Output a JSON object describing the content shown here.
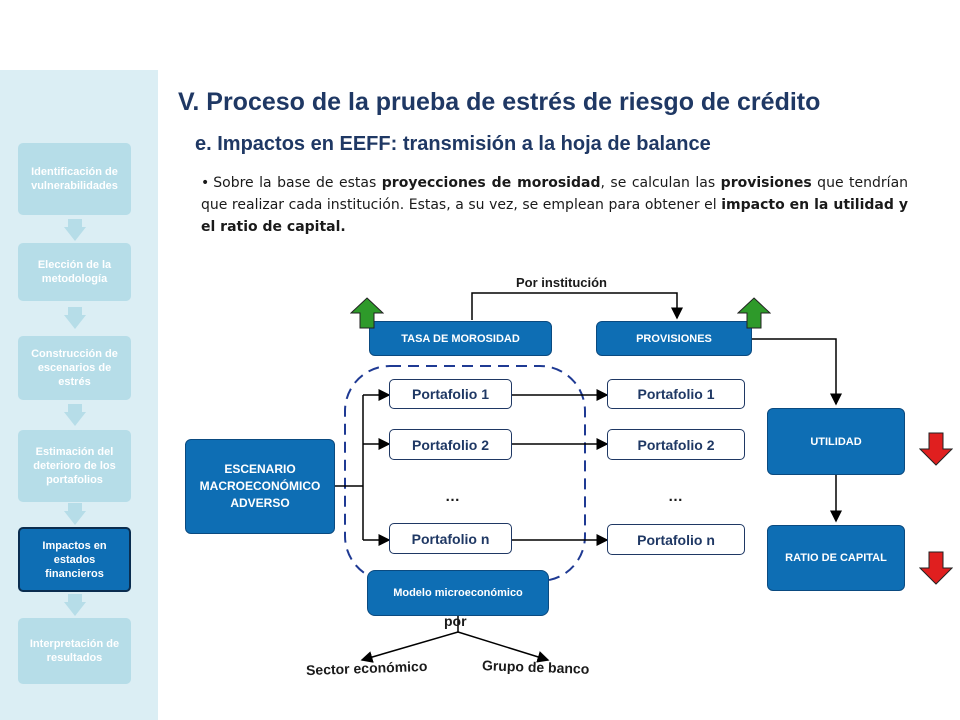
{
  "sidebar": {
    "steps": [
      {
        "label": "Identificación de vulnerabilidades"
      },
      {
        "label": "Elección de la metodología"
      },
      {
        "label": "Construcción de escenarios de estrés"
      },
      {
        "label": "Estimación del deterioro de los portafolios"
      },
      {
        "label": "Impactos en estados financieros"
      },
      {
        "label": "Interpretación de resultados"
      }
    ]
  },
  "header": {
    "title": "V. Proceso de la prueba de estrés de riesgo de crédito",
    "subtitle": "e. Impactos en EEFF: transmisión a la hoja de balance"
  },
  "body": {
    "p1": "Sobre la base de estas ",
    "b1": "proyecciones de morosidad",
    "p2": ", se calculan las ",
    "b2": "provisiones",
    "p3": " que tendrían que realizar cada institución. Estas, a su vez, se emplean para obtener el ",
    "b3": "impacto en la utilidad  y el ratio de capital."
  },
  "diagram": {
    "por_institucion": "Por institución",
    "tasa": "TASA DE MOROSIDAD",
    "provisiones": "PROVISIONES",
    "escenario": "ESCENARIO MACROECONÓMICO ADVERSO",
    "left_portfolios": [
      "Portafolio 1",
      "Portafolio 2",
      "…",
      "Portafolio n"
    ],
    "right_portfolios": [
      "Portafolio 1",
      "Portafolio 2",
      "…",
      "Portafolio n"
    ],
    "utilidad": "UTILIDAD",
    "ratio": "RATIO DE CAPITAL",
    "modelo": "Modelo microeconómico",
    "por": "por",
    "sector": "Sector económico",
    "grupo": "Grupo de banco"
  },
  "colors": {
    "dark_blue": "#0e6eb4",
    "up_arrow": "#2e9a2a",
    "down_arrow": "#e01f1f"
  }
}
